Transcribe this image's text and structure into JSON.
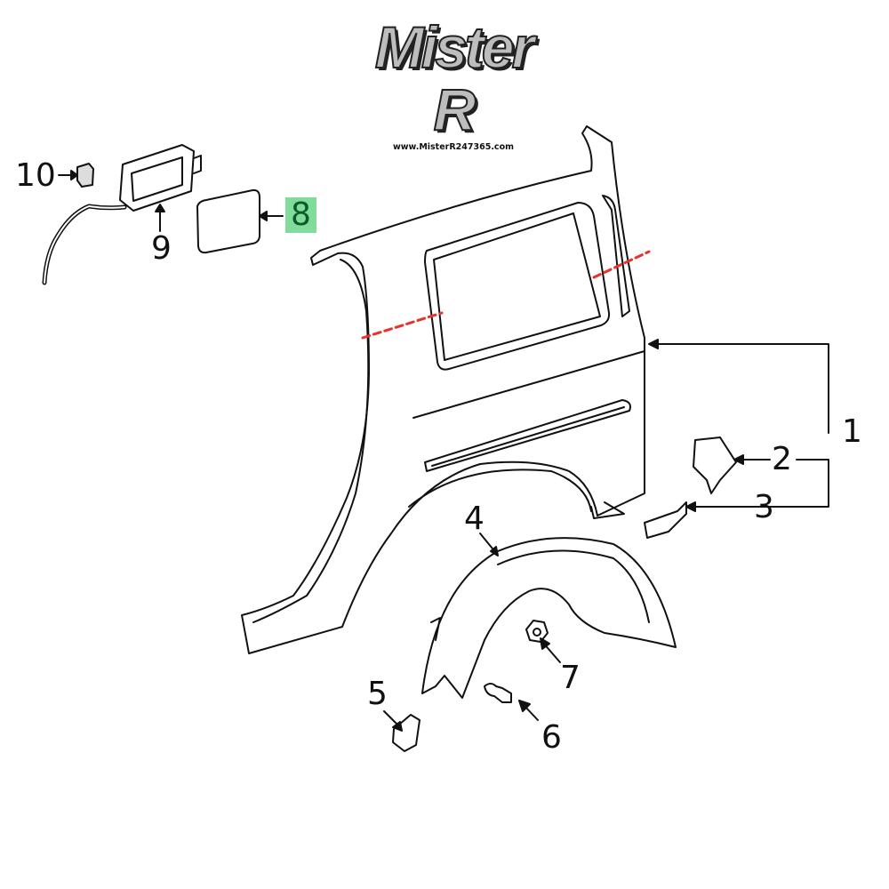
{
  "logo": {
    "text": "Mister R",
    "url": "www.MisterR247365.com"
  },
  "callouts": [
    {
      "id": "1",
      "label": "1"
    },
    {
      "id": "2",
      "label": "2"
    },
    {
      "id": "3",
      "label": "3"
    },
    {
      "id": "4",
      "label": "4"
    },
    {
      "id": "5",
      "label": "5"
    },
    {
      "id": "6",
      "label": "6"
    },
    {
      "id": "7",
      "label": "7"
    },
    {
      "id": "8",
      "label": "8",
      "highlighted": true
    },
    {
      "id": "9",
      "label": "9"
    },
    {
      "id": "10",
      "label": "10"
    }
  ],
  "colors": {
    "highlight": "#7fdc9a",
    "cut_line": "#e8322c",
    "line": "#111111"
  }
}
